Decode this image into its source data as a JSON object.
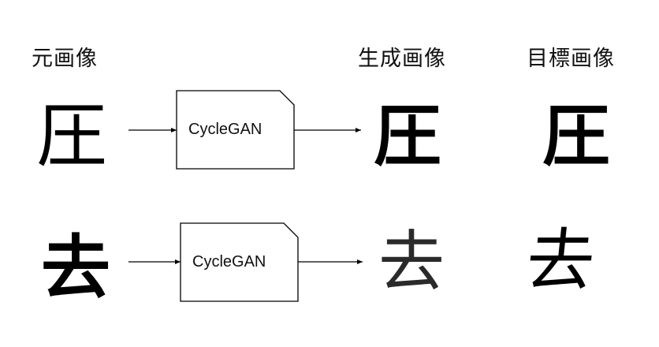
{
  "headers": {
    "source": "元画像",
    "generated": "生成画像",
    "target": "目標画像"
  },
  "rows": [
    {
      "source_char": "圧",
      "model_label": "CycleGAN",
      "generated_char": "圧",
      "target_char": "圧"
    },
    {
      "source_char": "去",
      "model_label": "CycleGAN",
      "generated_char": "去",
      "target_char": "去"
    }
  ]
}
